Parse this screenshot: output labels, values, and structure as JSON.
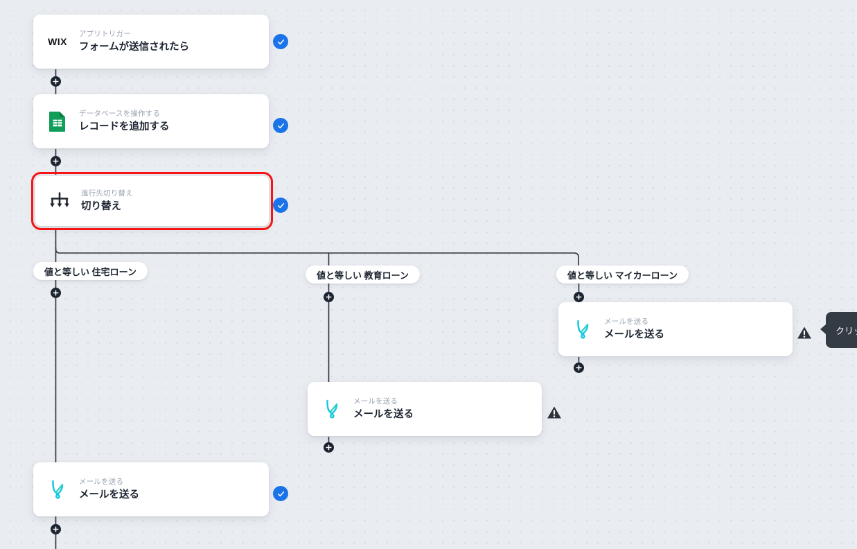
{
  "canvas": {
    "background_color": "#e9ecf1",
    "dot_color": "#d7dce3",
    "wire_color": "#2c333d",
    "accent_check": "#1a73e8",
    "accent_selection": "#f61414",
    "tooltip_bg": "#343b45"
  },
  "nodes": [
    {
      "id": "trigger",
      "icon": "wix-logo-icon",
      "icon_label": "WIX",
      "subtitle": "アプリトリガー",
      "title": "フォームが送信されたら",
      "status": "check",
      "selected": false
    },
    {
      "id": "sheets",
      "icon": "google-sheets-icon",
      "icon_label": "",
      "subtitle": "データベースを操作する",
      "title": "レコードを追加する",
      "status": "check",
      "selected": false
    },
    {
      "id": "router",
      "icon": "branch-switch-icon",
      "icon_label": "",
      "subtitle": "進行先切り替え",
      "title": "切り替え",
      "status": "check",
      "selected": true
    },
    {
      "id": "mail-car",
      "icon": "mail-send-icon",
      "icon_label": "",
      "subtitle": "メールを送る",
      "title": "メールを送る",
      "status": "warning",
      "selected": false
    },
    {
      "id": "mail-edu",
      "icon": "mail-send-icon",
      "icon_label": "",
      "subtitle": "メールを送る",
      "title": "メールを送る",
      "status": "warning",
      "selected": false
    },
    {
      "id": "mail-home",
      "icon": "mail-send-icon",
      "icon_label": "",
      "subtitle": "メールを送る",
      "title": "メールを送る",
      "status": "check",
      "selected": false
    }
  ],
  "branches": [
    {
      "id": "branch-home",
      "label": "値と等しい 住宅ローン"
    },
    {
      "id": "branch-edu",
      "label": "値と等しい 教育ローン"
    },
    {
      "id": "branch-car",
      "label": "値と等しい マイカーローン"
    }
  ],
  "tooltip": {
    "text": "クリッ",
    "truncated": true
  },
  "add_buttons": {
    "label": "+",
    "count": 7
  }
}
